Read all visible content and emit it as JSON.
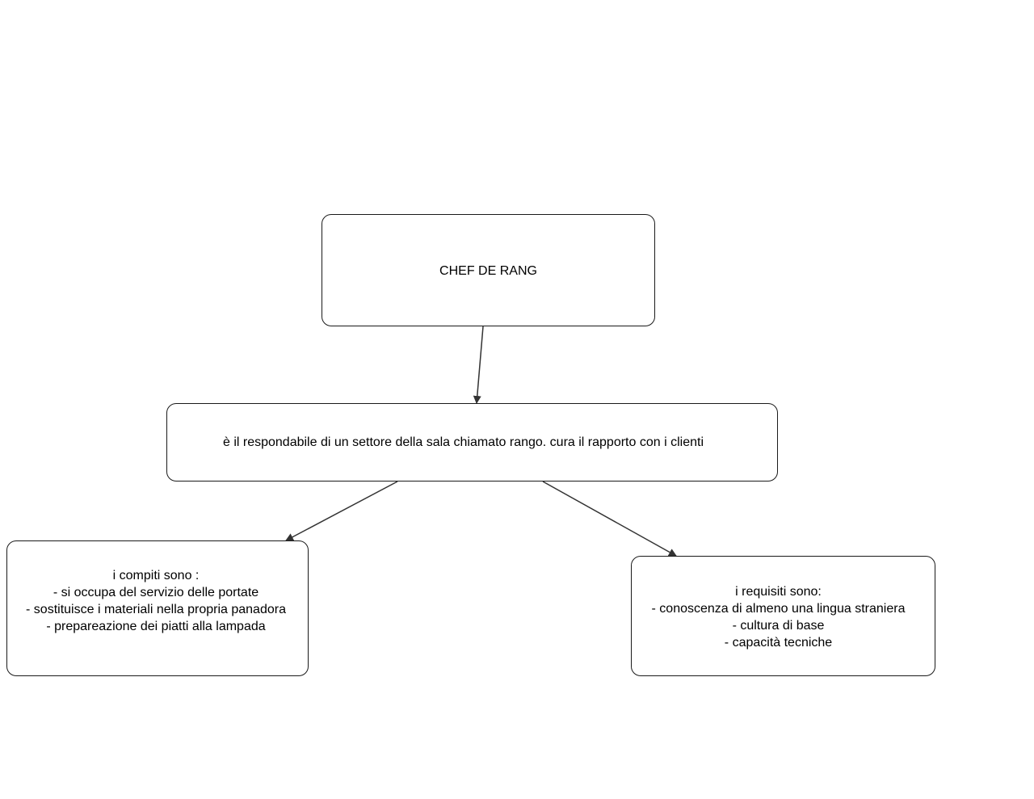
{
  "diagram": {
    "colors": {
      "border": "#1a1a1a",
      "edge": "#333333",
      "background": "#ffffff",
      "text": "#000000"
    },
    "nodes": {
      "root": {
        "lines": [
          "CHEF DE RANG"
        ]
      },
      "middle": {
        "lines": [
          "è il respondabile di un settore della sala chiamato rango. cura il rapporto con i clienti"
        ]
      },
      "left": {
        "lines": [
          "i compiti sono :",
          "- si occupa del servizio delle portate",
          "- sostituisce i materiali nella propria panadora",
          "- prepareazione dei piatti alla lampada"
        ]
      },
      "right": {
        "lines": [
          "i requisiti sono:",
          "- conoscenza di almeno una lingua straniera",
          "- cultura di base",
          "- capacità tecniche"
        ]
      }
    },
    "edges": [
      {
        "from": "root",
        "to": "middle"
      },
      {
        "from": "middle",
        "to": "left"
      },
      {
        "from": "middle",
        "to": "right"
      }
    ]
  }
}
